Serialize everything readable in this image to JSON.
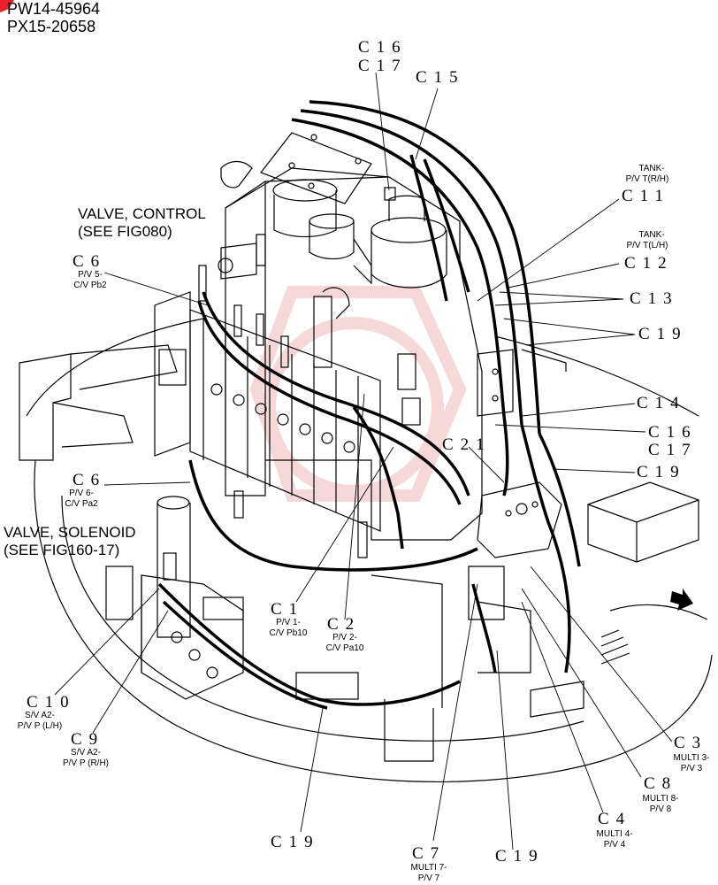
{
  "serials": [
    "PW14-45964",
    "PX15-20658"
  ],
  "callouts": {
    "valve_control": [
      "VALVE, CONTROL",
      "(SEE FIG080)"
    ],
    "valve_solenoid": [
      "VALVE, SOLENOID",
      "(SEE FIG160-17)"
    ]
  },
  "labels": {
    "c16_top": "C16",
    "c17_top": "C17",
    "c15": "C15",
    "tank_rh": [
      "TANK-",
      "P/V T(R/H)"
    ],
    "c11": "C11",
    "tank_lh": [
      "TANK-",
      "P/V T(L/H)"
    ],
    "c12": "C12",
    "c13": "C13",
    "c19_r1": "C19",
    "c14": "C14",
    "c16_mid": "C16",
    "c17_mid": "C17",
    "c21": "C21",
    "c19_r2": "C19",
    "c6_top": "C6",
    "c6_top_sub": [
      "P/V 5-",
      "C/V Pb2"
    ],
    "c6_mid": "C6",
    "c6_mid_sub": [
      "P/V 6-",
      "C/V Pa2"
    ],
    "c1": "C1",
    "c1_sub": [
      "P/V 1-",
      "C/V Pb10"
    ],
    "c2": "C2",
    "c2_sub": [
      "P/V 2-",
      "C/V Pa10"
    ],
    "c10": "C10",
    "c10_sub": [
      "S/V A2-",
      "P/V P (L/H)"
    ],
    "c9": "C9",
    "c9_sub": [
      "S/V A2-",
      "P/V P (R/H)"
    ],
    "c19_bl": "C19",
    "c7": "C7",
    "c7_sub": [
      "MULTI 7-",
      "P/V 7"
    ],
    "c19_bc": "C19",
    "c4": "C4",
    "c4_sub": [
      "MULTI 4-",
      "P/V 4"
    ],
    "c8": "C8",
    "c8_sub": [
      "MULTI 8-",
      "P/V 8"
    ],
    "c3": "C3",
    "c3_sub": [
      "MULTI 3-",
      "P/V 3"
    ]
  },
  "colors": {
    "line": "#000000",
    "marker": "#e8202a",
    "watermark": "#f2b9b9"
  }
}
